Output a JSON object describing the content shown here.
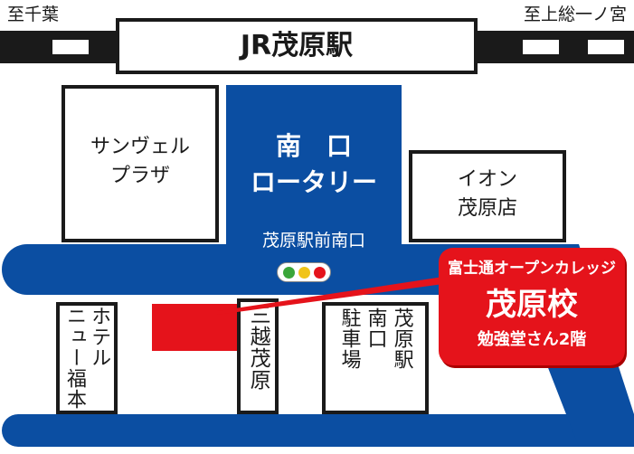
{
  "rail": {
    "left_direction": "至千葉",
    "right_direction": "至上総一ノ宮",
    "station": "JR茂原駅"
  },
  "areas": {
    "rotary_line1": "南　口",
    "rotary_line2": "ロータリー",
    "bus_stop": "茂原駅前南口"
  },
  "buildings": {
    "sunvel_line1": "サンヴェル",
    "sunvel_line2": "プラザ",
    "aeon_line1": "イオン",
    "aeon_line2": "茂原店",
    "hotel_col1": "ホテル",
    "hotel_col2": "ニュー福本",
    "mitsukoshi": "三越茂原",
    "parking_col1": "茂原駅",
    "parking_col2": "南口",
    "parking_col3": "駐車場"
  },
  "callout": {
    "line1": "富士通オープンカレッジ",
    "line2": "茂原校",
    "line3": "勉強堂さん2階"
  },
  "colors": {
    "road": "#0b4ea2",
    "callout": "#e5131b",
    "target": "#e5131b",
    "rail_black": "#1a1a1a"
  },
  "icons": {
    "traffic_light": "traffic-light-icon"
  }
}
